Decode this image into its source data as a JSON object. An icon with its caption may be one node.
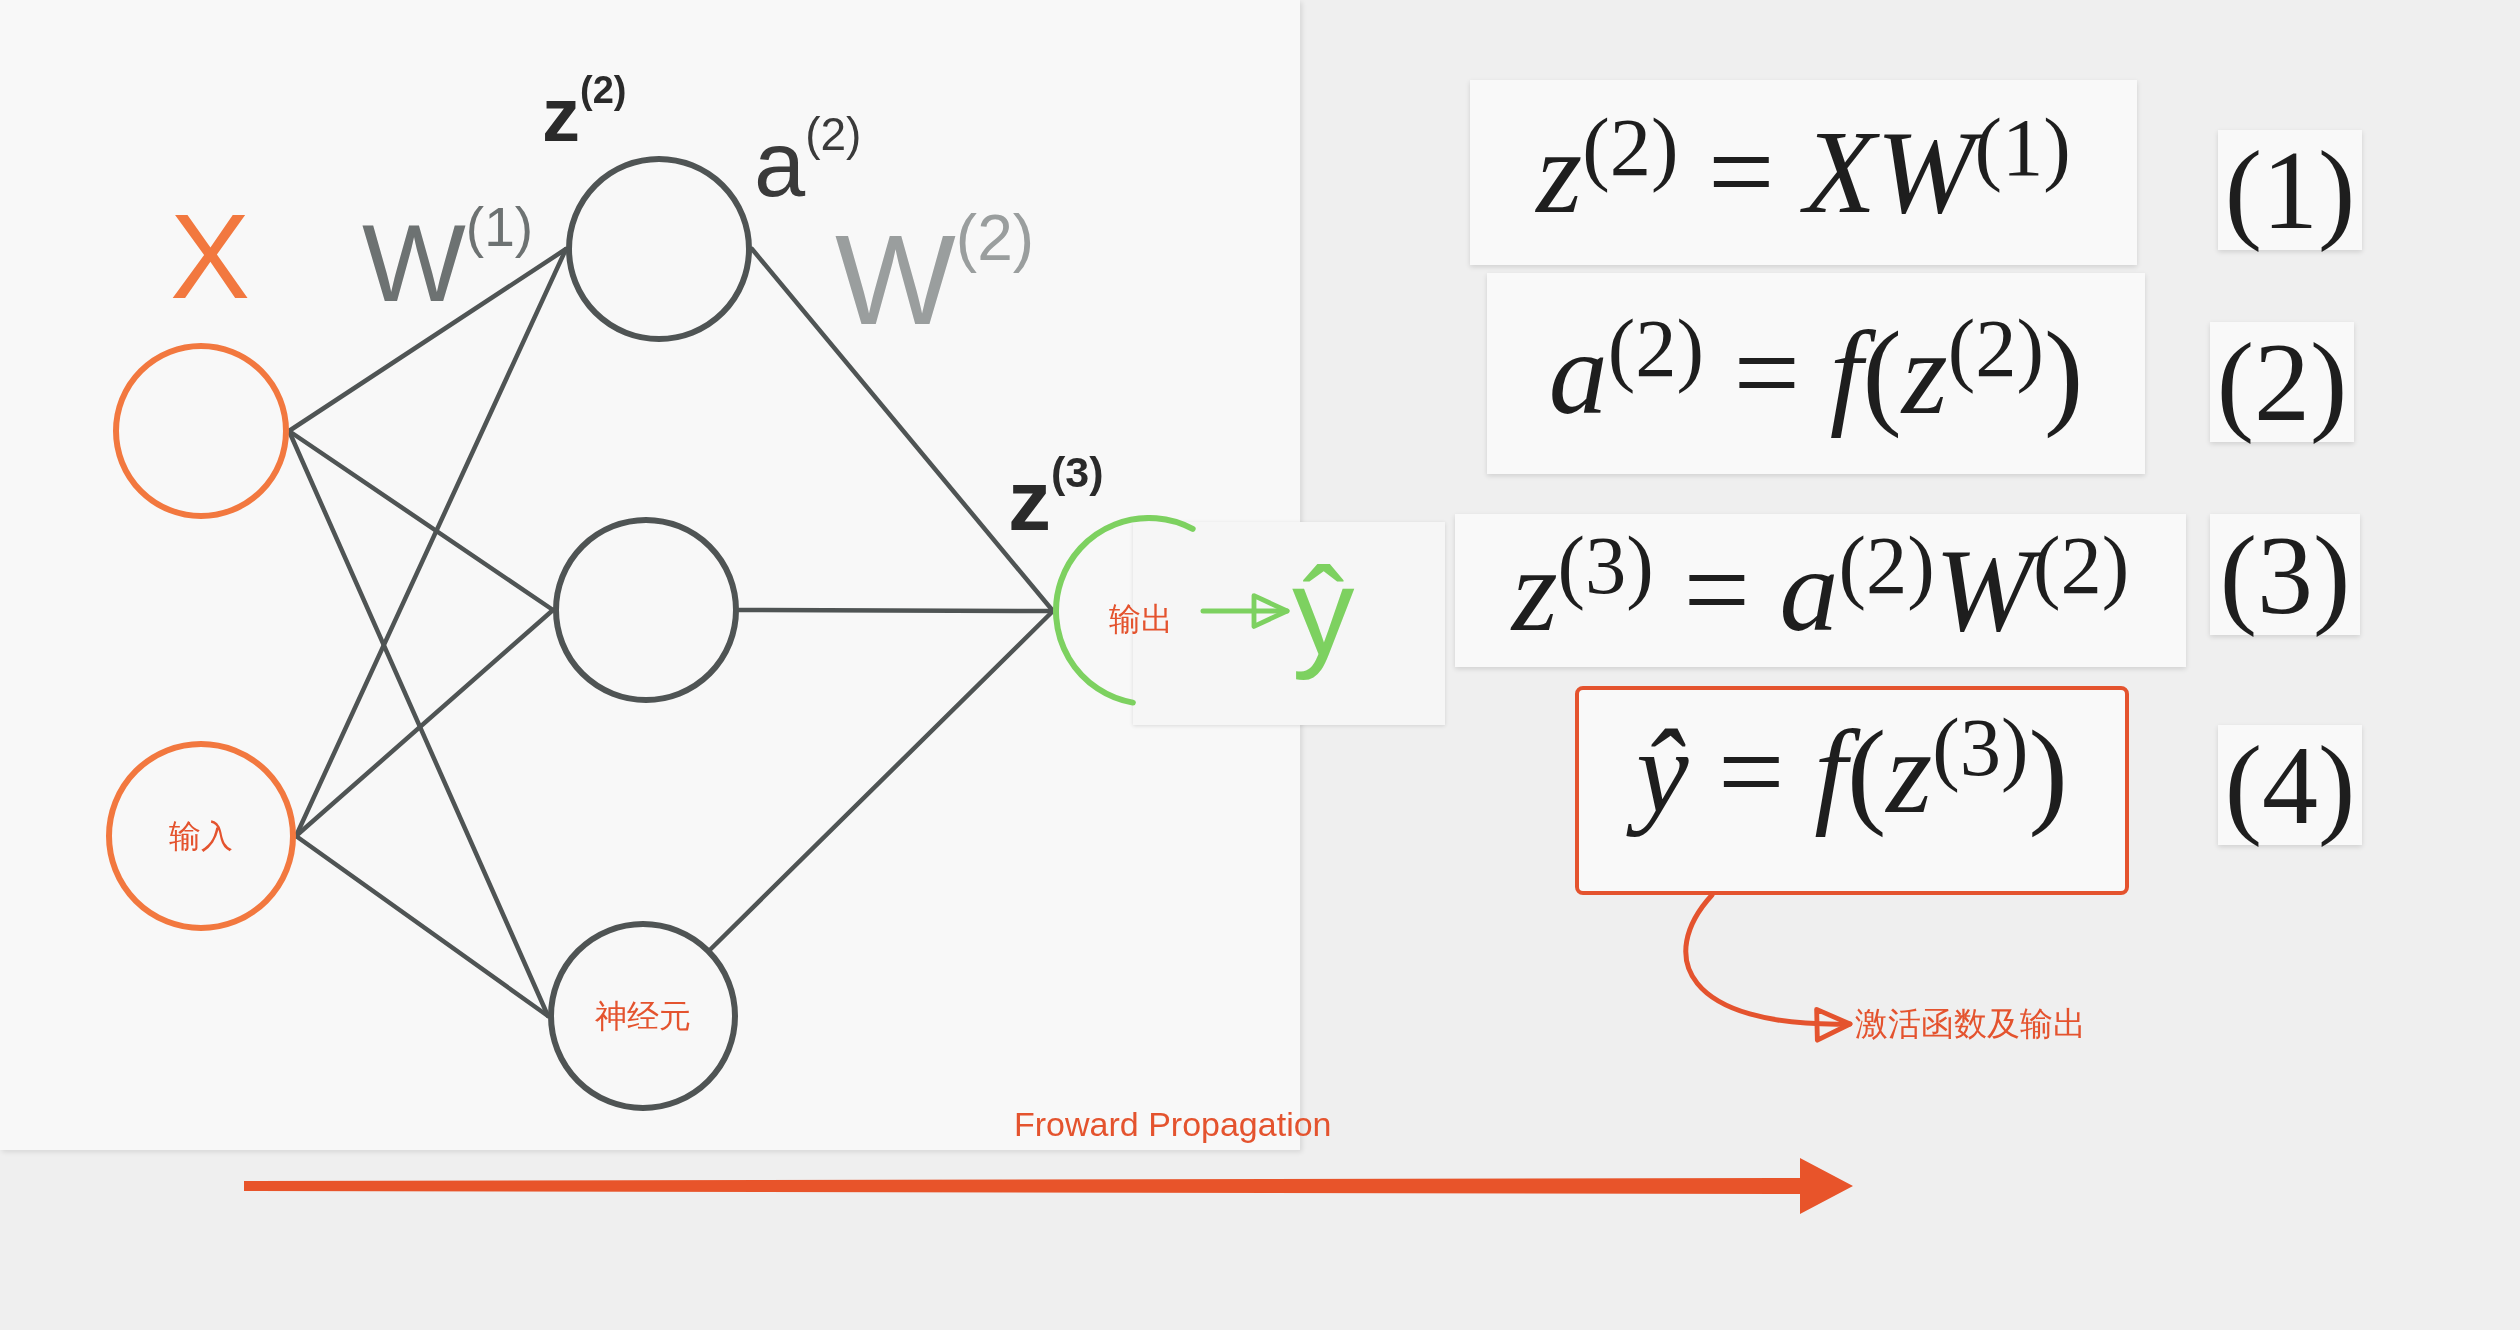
{
  "diagram": {
    "nodes": [
      {
        "text": [],
        "shape": "circle",
        "beside": [
          "X"
        ]
      },
      {
        "text": [
          "输入"
        ]
      },
      {
        "text": [],
        "shape": "circle",
        "beside": [
          "z$^{(2)}$",
          "a$^{(2)}$"
        ]
      },
      {
        "text": [],
        "shape": "circle"
      },
      {
        "text": [
          "神经元"
        ]
      },
      {
        "text": [
          "输出"
        ],
        "beside": [
          "z$^{(3)}$"
        ]
      },
      {
        "text": [
          "ŷ"
        ]
      },
      {
        "text": [
          "*z*$^{(2)}$ = *XW*$^{(1)}$"
        ],
        "beside": [
          "(1)"
        ]
      },
      {
        "text": [
          "*a*$^{(2)}$ = *f*(*z*$^{(2)}$)"
        ],
        "beside": [
          "(2)"
        ]
      },
      {
        "text": [
          "*z*$^{(3)}$ = *a*$^{(2)}$*W*$^{(2)}$"
        ],
        "beside": [
          "(3)"
        ]
      },
      {
        "text": [
          "*ŷ* = *f*(*z*$^{(3)}$)"
        ],
        "beside": [
          "(4)"
        ]
      },
      {
        "text": [
          "激活函数及输出"
        ]
      }
    ],
    "edges": [
      {
        "from": 0,
        "to": 2,
        "arrow": "none"
      },
      {
        "from": 0,
        "to": 3,
        "arrow": "none"
      },
      {
        "from": 0,
        "to": 4,
        "arrow": "none"
      },
      {
        "from": 1,
        "to": 2,
        "arrow": "none"
      },
      {
        "from": 1,
        "to": 3,
        "arrow": "none"
      },
      {
        "from": 1,
        "to": 4,
        "arrow": "none"
      },
      {
        "from": 2,
        "to": 5,
        "arrow": "none"
      },
      {
        "from": 3,
        "to": 5,
        "arrow": "none"
      },
      {
        "from": 4,
        "to": 5,
        "arrow": "none"
      },
      {
        "from": 5,
        "to": 6,
        "arrow": "to",
        "color": "#7dd160"
      },
      {
        "from": 10,
        "to": 11,
        "arrow": "to",
        "color": "#e4532e"
      }
    ],
    "labels": [
      "W$^{(1)}$",
      "W$^{(2)}$",
      "Froward Propagation"
    ]
  }
}
